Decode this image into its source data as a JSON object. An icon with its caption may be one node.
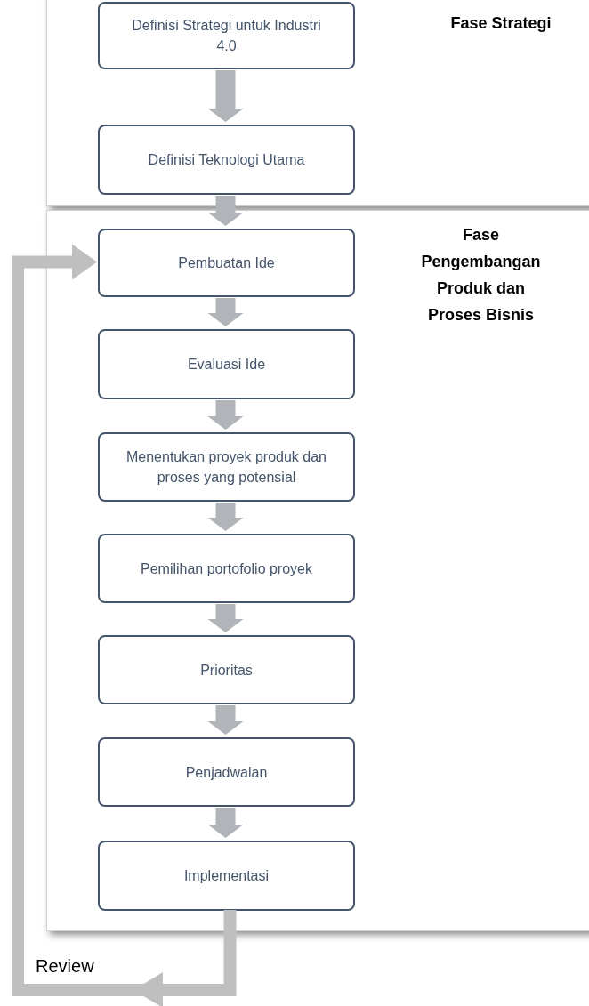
{
  "diagram": {
    "nodes": [
      {
        "text": [
          "Fase Strategi"
        ]
      },
      {
        "text": [
          "Definisi Strategi untuk Industri 4.0"
        ],
        "in": 0
      },
      {
        "text": [
          "Definisi Teknologi Utama"
        ],
        "in": 0
      },
      {
        "text": [
          "Fase Pengembangan Produk dan Proses Bisnis"
        ]
      },
      {
        "text": [
          "Pembuatan Ide"
        ],
        "in": 3
      },
      {
        "text": [
          "Evaluasi Ide"
        ],
        "in": 3
      },
      {
        "text": [
          "Menentukan proyek produk dan proses yang potensial"
        ],
        "in": 3
      },
      {
        "text": [
          "Pemilihan portofolio proyek"
        ],
        "in": 3
      },
      {
        "text": [
          "Prioritas"
        ],
        "in": 3
      },
      {
        "text": [
          "Penjadwalan"
        ],
        "in": 3
      },
      {
        "text": [
          "Implementasi"
        ],
        "in": 3
      }
    ],
    "edges": [
      {
        "from": 1,
        "to": 2,
        "arrow": "to"
      },
      {
        "from": 2,
        "to": 4,
        "arrow": "to"
      },
      {
        "from": 4,
        "to": 5,
        "arrow": "to"
      },
      {
        "from": 5,
        "to": 6,
        "arrow": "to"
      },
      {
        "from": 6,
        "to": 7,
        "arrow": "to"
      },
      {
        "from": 7,
        "to": 8,
        "arrow": "to"
      },
      {
        "from": 8,
        "to": 9,
        "arrow": "to"
      },
      {
        "from": 9,
        "to": 10,
        "arrow": "to"
      },
      {
        "from": 10,
        "to": 4,
        "arrow": "to",
        "label": "Review",
        "color": "#bfbfbf"
      }
    ]
  }
}
